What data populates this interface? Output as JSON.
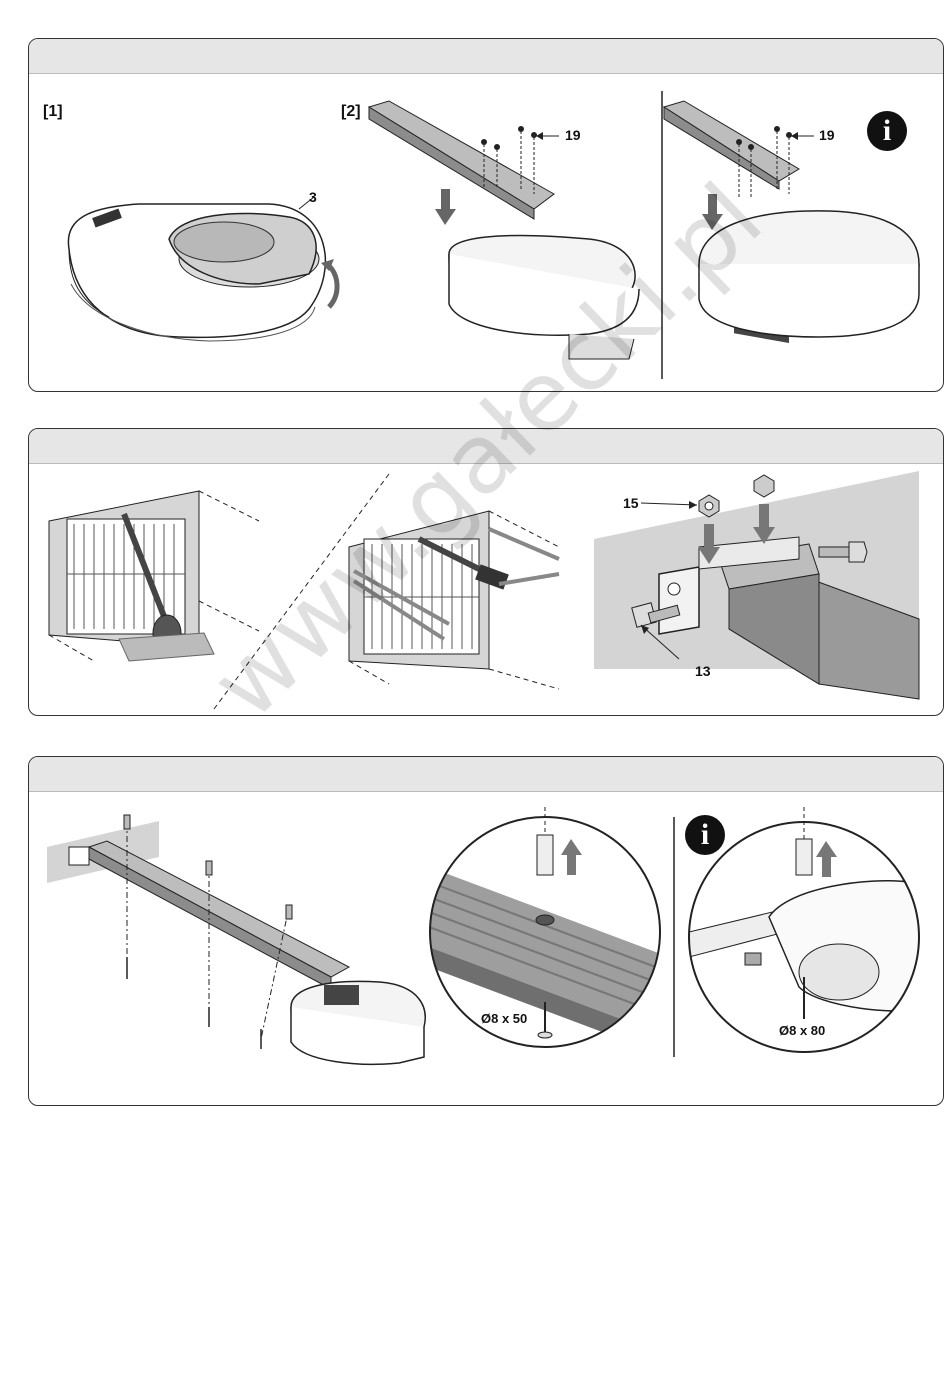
{
  "panel1": {
    "step1_label": "[1]",
    "step2_label": "[2]",
    "callout_cover": "3",
    "callout_screws_a": "19",
    "callout_screws_b": "19",
    "info_icon": "i"
  },
  "panel2": {
    "callout_nut": "15",
    "callout_bolt": "13"
  },
  "panel3": {
    "info_icon": "i",
    "dim_plug_50": "Ø8 x 50",
    "dim_plug_80": "Ø8 x 80"
  },
  "watermark": "www.gałecki.pl",
  "colors": {
    "header": "#e6e6e6",
    "rail": "#9a9a9a",
    "wall": "#cfcfcf",
    "arrow": "#777777"
  }
}
